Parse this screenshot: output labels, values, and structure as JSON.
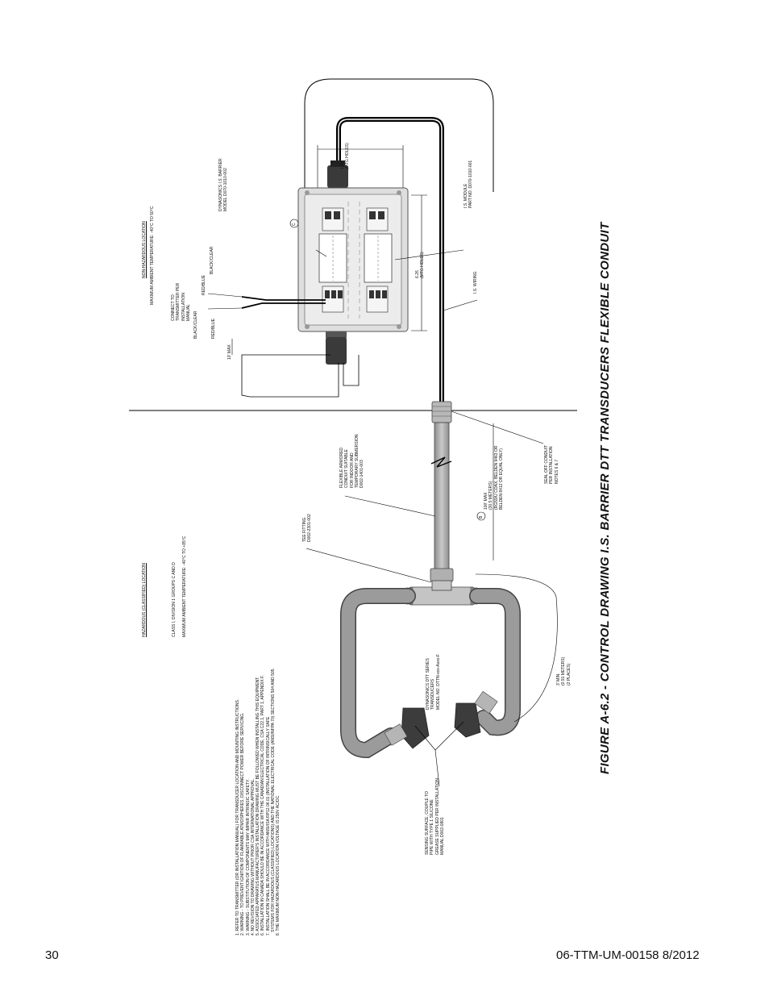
{
  "figure_title": "FIGURE A-6.2 - CONTROL DRAWING I.S. BARRIER DTT TRANSDUCERS FLEXIBLE CONDUIT",
  "footer": {
    "page_number": "30",
    "doc_id": "06-TTM-UM-00158  8/2012"
  },
  "non_hazardous": {
    "heading": "NON-HAZARDOUS LOCATION",
    "ambient": "MAXIMUM AMBIENT TEMPERATURE: -40°C TO 50°C"
  },
  "hazardous": {
    "heading": "HAZARDOUS (CLASSIFIED) LOCATION",
    "class_line": "CLASS I, DIVISION 1 GROUPS C AND D",
    "ambient": "MAXIMUM AMBIENT TEMPERATURE: -40°C TO +85°C"
  },
  "notes": "1. REFER TO TRANSMITTER (OR INSTALLATION MANUAL) FOR TRANSDUCER LOCATION AND MOUNTING INSTRUCTIONS.\n2. WARNING - TO PREVENT IGNITION OF FLAMMABLE ATMOSPHERES, DISCONNECT POWER BEFORE SERVICING.\n3. WARNING - SUBSTITUTION OF COMPONENTS MAY IMPAIR INTRINSIC SAFETY.\n4. NO REVISION TO DRAWING WITHOUT PRIOR CSA INTERNATIONAL APPROVAL.\n5. ASSOCIATED APPARATUS MANUFACTURER'S INSTALLATION DRAWING MUST BE FOLLOWED WHEN INSTALLING THIS EQUIPMENT.\n6. INSTALLATION IN CANADA SHOULD BE IN ACCORDANCE WITH THE CANADIAN ELECTRICAL CODE, CSA C22.1, PART 1, APPENDIX F.\n7. INSTALLATION SHALL BE IN ACCORDANCE WITH ANSI/ISA RP12.06.01 (INSTALLATION OF INTRINSICALLY SAFE\n   SYSTEMS FOR HAZARDOUS (CLASSIFIED) LOCATIONS) AND THE NATIONAL ELECTRICAL CODE (ANSI/NFPA 70) SECTIONS 504 AND 505.\n8. THE MAXIMUM NON-HAZARDOUS LOCATION VOLTAGE IS 250V AC/DC.",
  "labels": {
    "barrier": "DYNASONICS I.S. BARRIER\nMODEL D070-1010-002",
    "mtg1": "1.60\n(MTG HOLES)",
    "module": "I.S. MODULE\nPART NO. D070-1010-001",
    "mtg2": "6.26\n(MTG HOLES)",
    "is_wiring": "I.S. WIRING",
    "connect": "CONNECT TO\nTRANSMITTER PER\nINSTALLATION\nMANUAL",
    "red_blue_top": "RED/BLUE",
    "black_clear_top": "BLACK/CLEAR",
    "red_blue": "RED/BLUE",
    "black_clear": "BLACK/CLEAR",
    "max10": "10' MAX",
    "flexible": "FLEXIBLE ARMORED\nCONDUIT SUITABLE\nFOR INDOOR AND\nTEMPORARY SUBMERSION\nD002-1401-003",
    "tee": "TEE FITTING\nD002-2301-002",
    "cable": "100' MAX\n(30.5 METERS)\n(RG59/U COAX, BELDEN 9463 OR\nBELDEN 8412 OR EQUAL ONLY)",
    "seal": "SEAL OFF CONDUIT\nPER INSTALLATION\nNOTES 6 & 7",
    "transducers": "DYNASONICS DTT SERIES\nTRANSDUCERS\nMODEL NO. DTTN-xxx-Axxx-F",
    "three_min": "3' MIN.\n(0.91 METERS)\n(2 PLACES)",
    "sensing": "SENSING SURFACE, COUPLE TO\nPIPE WITH TYPE 1 SILICONE\nGREASE SUPPLIED PER INSTALLATION\nMANUAL D002-0801",
    "bubble_c": "C",
    "bubble_b": "B"
  }
}
